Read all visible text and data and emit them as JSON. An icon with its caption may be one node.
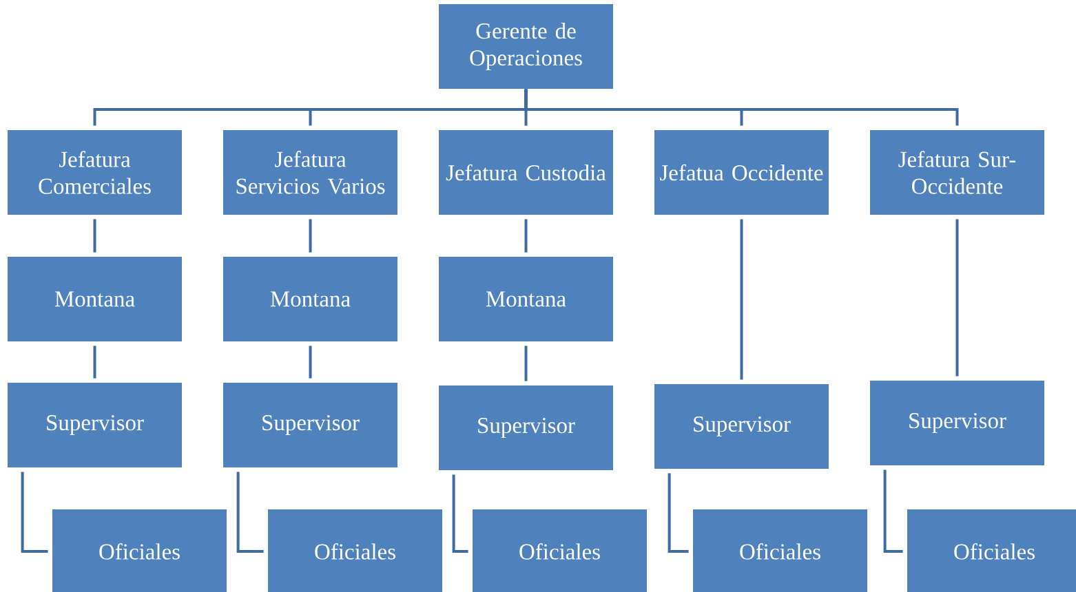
{
  "diagram": {
    "nodes": [
      {
        "text": [
          "Gerente de Operaciones"
        ]
      },
      {
        "text": [
          "Jefatura Comerciales"
        ]
      },
      {
        "text": [
          "Jefatura Servicios Varios"
        ]
      },
      {
        "text": [
          "Jefatura Custodia"
        ]
      },
      {
        "text": [
          "Jefatua Occidente"
        ]
      },
      {
        "text": [
          "Jefatura Sur-Occidente"
        ]
      },
      {
        "text": [
          "Montana"
        ]
      },
      {
        "text": [
          "Montana"
        ]
      },
      {
        "text": [
          "Montana"
        ]
      },
      {
        "text": [
          "Supervisor"
        ]
      },
      {
        "text": [
          "Supervisor"
        ]
      },
      {
        "text": [
          "Supervisor"
        ]
      },
      {
        "text": [
          "Supervisor"
        ]
      },
      {
        "text": [
          "Supervisor"
        ]
      },
      {
        "text": [
          "Oficiales"
        ]
      },
      {
        "text": [
          "Oficiales"
        ]
      },
      {
        "text": [
          "Oficiales"
        ]
      },
      {
        "text": [
          "Oficiales"
        ]
      },
      {
        "text": [
          "Oficiales"
        ]
      }
    ],
    "edges": [
      {
        "from": 0,
        "to": 1,
        "arrow": "none"
      },
      {
        "from": 0,
        "to": 2,
        "arrow": "none"
      },
      {
        "from": 0,
        "to": 3,
        "arrow": "none"
      },
      {
        "from": 0,
        "to": 4,
        "arrow": "none"
      },
      {
        "from": 0,
        "to": 5,
        "arrow": "none"
      },
      {
        "from": 1,
        "to": 6,
        "arrow": "none"
      },
      {
        "from": 2,
        "to": 7,
        "arrow": "none"
      },
      {
        "from": 3,
        "to": 8,
        "arrow": "none"
      },
      {
        "from": 6,
        "to": 9,
        "arrow": "none"
      },
      {
        "from": 7,
        "to": 10,
        "arrow": "none"
      },
      {
        "from": 8,
        "to": 11,
        "arrow": "none"
      },
      {
        "from": 4,
        "to": 12,
        "arrow": "none"
      },
      {
        "from": 5,
        "to": 13,
        "arrow": "none"
      },
      {
        "from": 9,
        "to": 14,
        "arrow": "none"
      },
      {
        "from": 10,
        "to": 15,
        "arrow": "none"
      },
      {
        "from": 11,
        "to": 16,
        "arrow": "none"
      },
      {
        "from": 12,
        "to": 17,
        "arrow": "none"
      },
      {
        "from": 13,
        "to": 18,
        "arrow": "none"
      }
    ]
  }
}
